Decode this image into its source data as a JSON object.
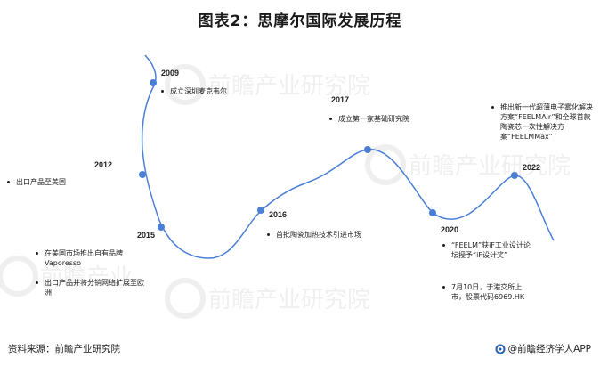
{
  "title": "图表2：思摩尔国际发展历程",
  "colors": {
    "line": "#4a7fd6",
    "node": "#4a7fd6",
    "text": "#222222"
  },
  "milestones": [
    {
      "year": "2009",
      "events": [
        "成立深圳麦克韦尔"
      ]
    },
    {
      "year": "2012",
      "events": [
        "出口产品至美国"
      ]
    },
    {
      "year": "2015",
      "events": [
        "在美国市场推出自有品牌Vaporesso",
        "出口产品并将分销网络扩展至欧洲"
      ]
    },
    {
      "year": "2016",
      "events": [
        "首批陶瓷加热技术引进市场"
      ]
    },
    {
      "year": "2017",
      "events": [
        "成立第一家基础研究院"
      ]
    },
    {
      "year": "2020",
      "events": [
        "“FEELM”获iF工业设计论坛授予“iF设计奖”",
        "7月10日，于港交所上市，股票代码6969.HK"
      ]
    },
    {
      "year": "2022",
      "events": [
        "推出新一代超薄电子雾化解决方案“FEELMAir”和全球首款陶瓷芯一次性解决方案“FEELMMax”"
      ]
    }
  ],
  "footer": {
    "source": "资料来源：前瞻产业研究院",
    "brand": "@前瞻经济学人APP",
    "brand_icon": "qianzhan-logo-icon"
  },
  "watermark": {
    "text": "前瞻产业研究院",
    "icon": "qianzhan-logo-icon"
  }
}
